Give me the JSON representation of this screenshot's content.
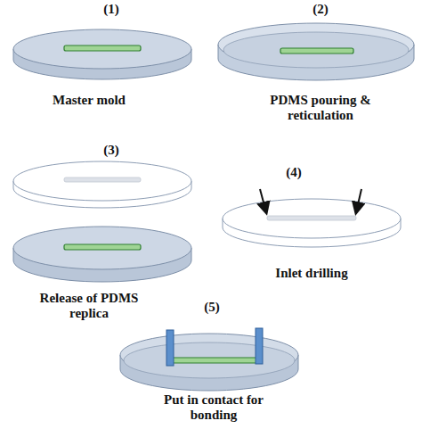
{
  "diagram": {
    "labels": [
      "(1)",
      "Master mold",
      "(2)",
      "PDMS pouring & reticulation",
      "(3)",
      "Release of PDMS replica",
      "(4)",
      "Inlet drilling",
      "(5)",
      "Put in contact for bonding"
    ]
  }
}
